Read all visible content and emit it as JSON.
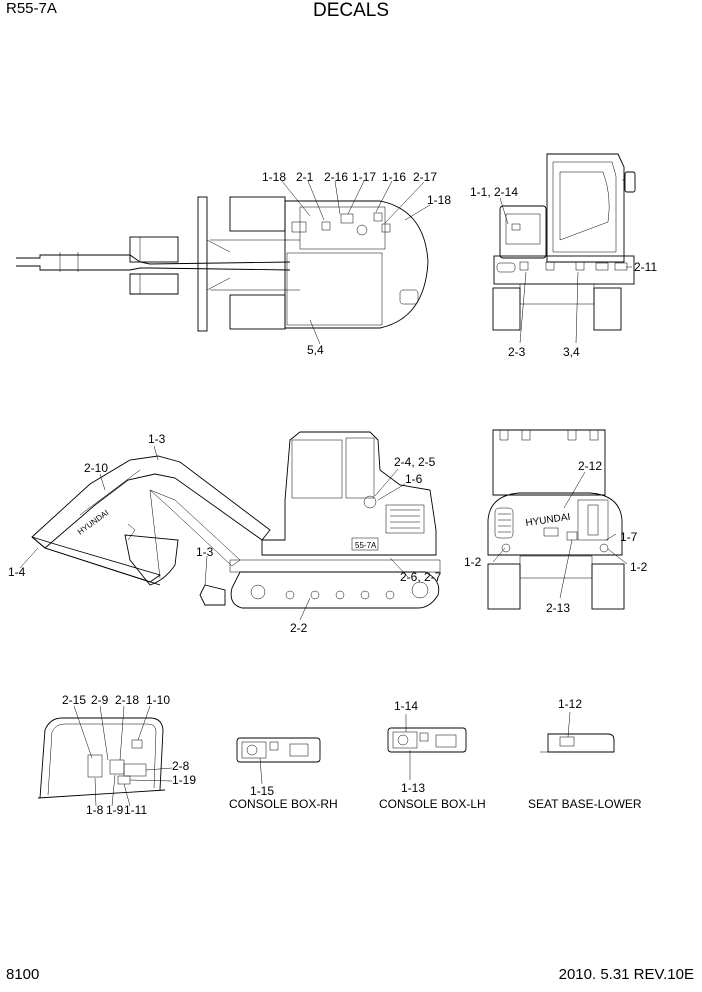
{
  "header": {
    "model": "R55-7A",
    "title": "DECALS"
  },
  "footer": {
    "page_number": "8100",
    "revision": "2010. 5.31  REV.10E"
  },
  "views": {
    "top": {
      "callouts": [
        "1-18",
        "2-1",
        "2-16",
        "1-17",
        "1-16",
        "2-17",
        "1-18",
        "5,4"
      ]
    },
    "front": {
      "callouts": [
        "1-1, 2-14",
        "2-11",
        "2-3",
        "3,4"
      ]
    },
    "side": {
      "callouts": [
        "1-3",
        "2-10",
        "2-4, 2-5",
        "1-6",
        "1-4",
        "1-3",
        "2-6, 2-7",
        "2-2"
      ],
      "boom_text": "HYUNDAI",
      "model_plate": "55-7A"
    },
    "rear": {
      "callouts": [
        "2-12",
        "1-7",
        "1-2",
        "1-2",
        "2-13"
      ],
      "brand": "HYUNDAI"
    },
    "cab_interior": {
      "callouts": [
        "2-15",
        "2-9",
        "2-18",
        "1-10",
        "2-8",
        "1-19",
        "1-8",
        "1-9",
        "1-11"
      ]
    },
    "console_rh": {
      "callouts": [
        "1-15"
      ],
      "caption": "CONSOLE BOX-RH"
    },
    "console_lh": {
      "callouts": [
        "1-14",
        "1-13"
      ],
      "caption": "CONSOLE BOX-LH"
    },
    "seat_base": {
      "callouts": [
        "1-12"
      ],
      "caption": "SEAT BASE-LOWER"
    }
  }
}
